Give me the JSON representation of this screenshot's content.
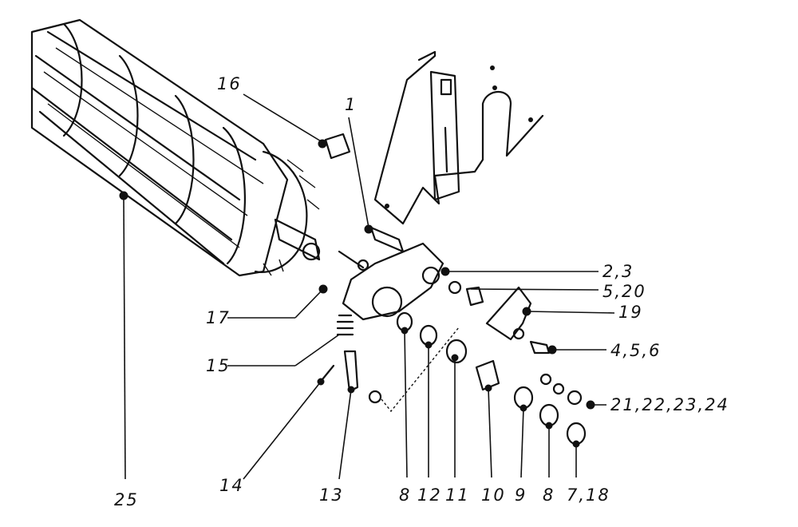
{
  "callouts": [
    {
      "id": "16",
      "text": "16"
    },
    {
      "id": "1",
      "text": "1"
    },
    {
      "id": "2-3",
      "text": "2,3"
    },
    {
      "id": "5-20",
      "text": "5,20"
    },
    {
      "id": "19",
      "text": "19"
    },
    {
      "id": "4-5-6",
      "text": "4,5,6"
    },
    {
      "id": "21-24",
      "text": "21,22,23,24"
    },
    {
      "id": "17",
      "text": "17"
    },
    {
      "id": "15",
      "text": "15"
    },
    {
      "id": "14",
      "text": "14"
    },
    {
      "id": "13",
      "text": "13"
    },
    {
      "id": "25",
      "text": "25"
    },
    {
      "id": "8a",
      "text": "8"
    },
    {
      "id": "12",
      "text": "12"
    },
    {
      "id": "11",
      "text": "11"
    },
    {
      "id": "10",
      "text": "10"
    },
    {
      "id": "9",
      "text": "9"
    },
    {
      "id": "8b",
      "text": "8"
    },
    {
      "id": "7-18",
      "text": "7,18"
    }
  ]
}
